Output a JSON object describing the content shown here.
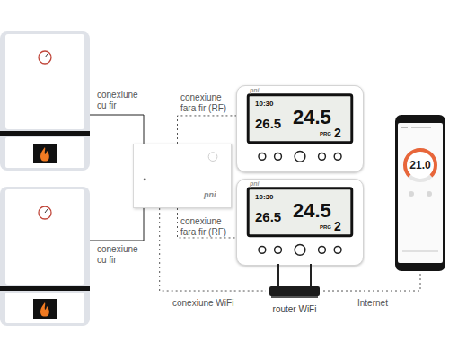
{
  "diagram": {
    "nodes": [
      {
        "text": [
          "pni"
        ]
      },
      {
        "text": [
          "pni",
          "10:30",
          "26.5",
          "24.5",
          "PRG",
          "2"
        ]
      },
      {
        "text": [
          "pni",
          "10:30",
          "26.5",
          "24.5",
          "PRG",
          "2"
        ]
      },
      {
        "text": [
          "router WiFi"
        ]
      },
      {
        "text": [
          "21.0"
        ]
      }
    ],
    "edges": [
      {
        "from": 0,
        "to": 1,
        "label": "conexiune fara fir (RF)",
        "arrow": "none"
      },
      {
        "from": 0,
        "to": 2,
        "label": "conexiune fara fir (RF)",
        "arrow": "none"
      },
      {
        "from": 0,
        "to": 3,
        "label": "conexiune WiFi",
        "arrow": "none"
      },
      {
        "from": 3,
        "to": 4,
        "label": "Internet",
        "arrow": "none"
      }
    ],
    "labels": [
      "conexiune cu fir",
      "conexiune cu fir"
    ]
  }
}
